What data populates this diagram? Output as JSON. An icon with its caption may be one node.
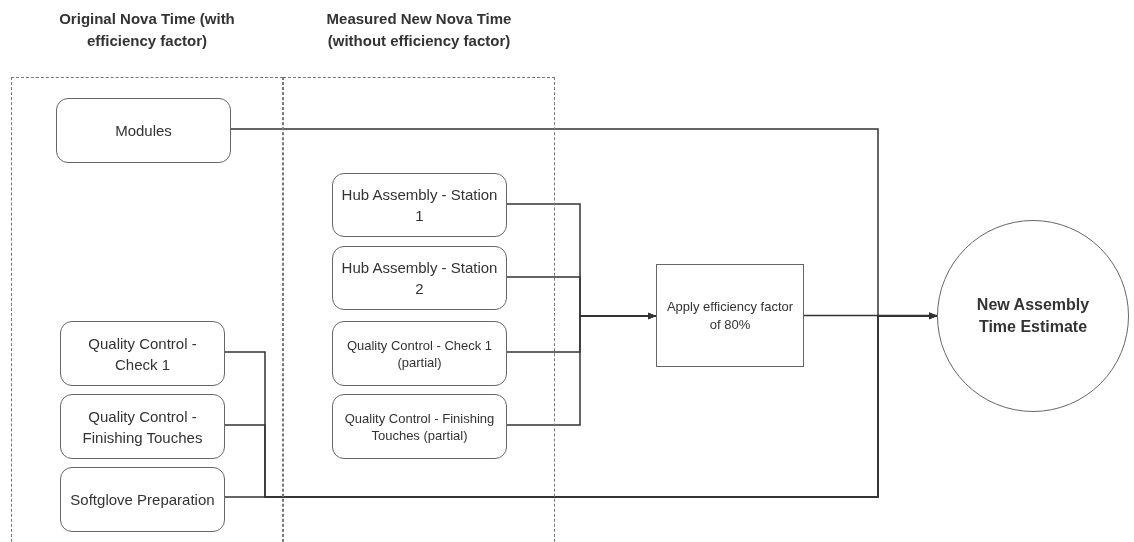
{
  "diagram": {
    "nodes": [
      {
        "text": [
          "Original Nova Time (with efficiency factor)"
        ]
      },
      {
        "text": [
          "Measured New Nova Time (without efficiency factor)"
        ]
      },
      {
        "text": [
          "Modules"
        ],
        "in": 0
      },
      {
        "text": [
          "Hub Assembly - Station 1"
        ],
        "in": 1
      },
      {
        "text": [
          "Hub Assembly - Station 2"
        ],
        "in": 1
      },
      {
        "text": [
          "Quality Control - Check 1 (partial)"
        ],
        "in": 1
      },
      {
        "text": [
          "Quality Control - Finishing Touches (partial)"
        ],
        "in": 1
      },
      {
        "text": [
          "Apply efficiency factor of 80%"
        ]
      },
      {
        "text": [
          "New Assembly Time Estimate"
        ]
      },
      {
        "text": [
          "Quality Control - Check 1"
        ],
        "in": 0
      },
      {
        "text": [
          "Quality Control - Finishing Touches"
        ],
        "in": 0
      },
      {
        "text": [
          "Softglove Preparation"
        ],
        "in": 0
      }
    ],
    "edges": [
      {
        "from": 2,
        "to": 8,
        "arrow": "to"
      },
      {
        "from": 9,
        "to": 8,
        "arrow": "to"
      },
      {
        "from": 10,
        "to": 8,
        "arrow": "to"
      },
      {
        "from": 11,
        "to": 8,
        "arrow": "to"
      },
      {
        "from": 3,
        "to": 7,
        "arrow": "to"
      },
      {
        "from": 4,
        "to": 7,
        "arrow": "to"
      },
      {
        "from": 5,
        "to": 7,
        "arrow": "to"
      },
      {
        "from": 6,
        "to": 7,
        "arrow": "to"
      },
      {
        "from": 7,
        "to": 8,
        "arrow": "to"
      }
    ]
  }
}
